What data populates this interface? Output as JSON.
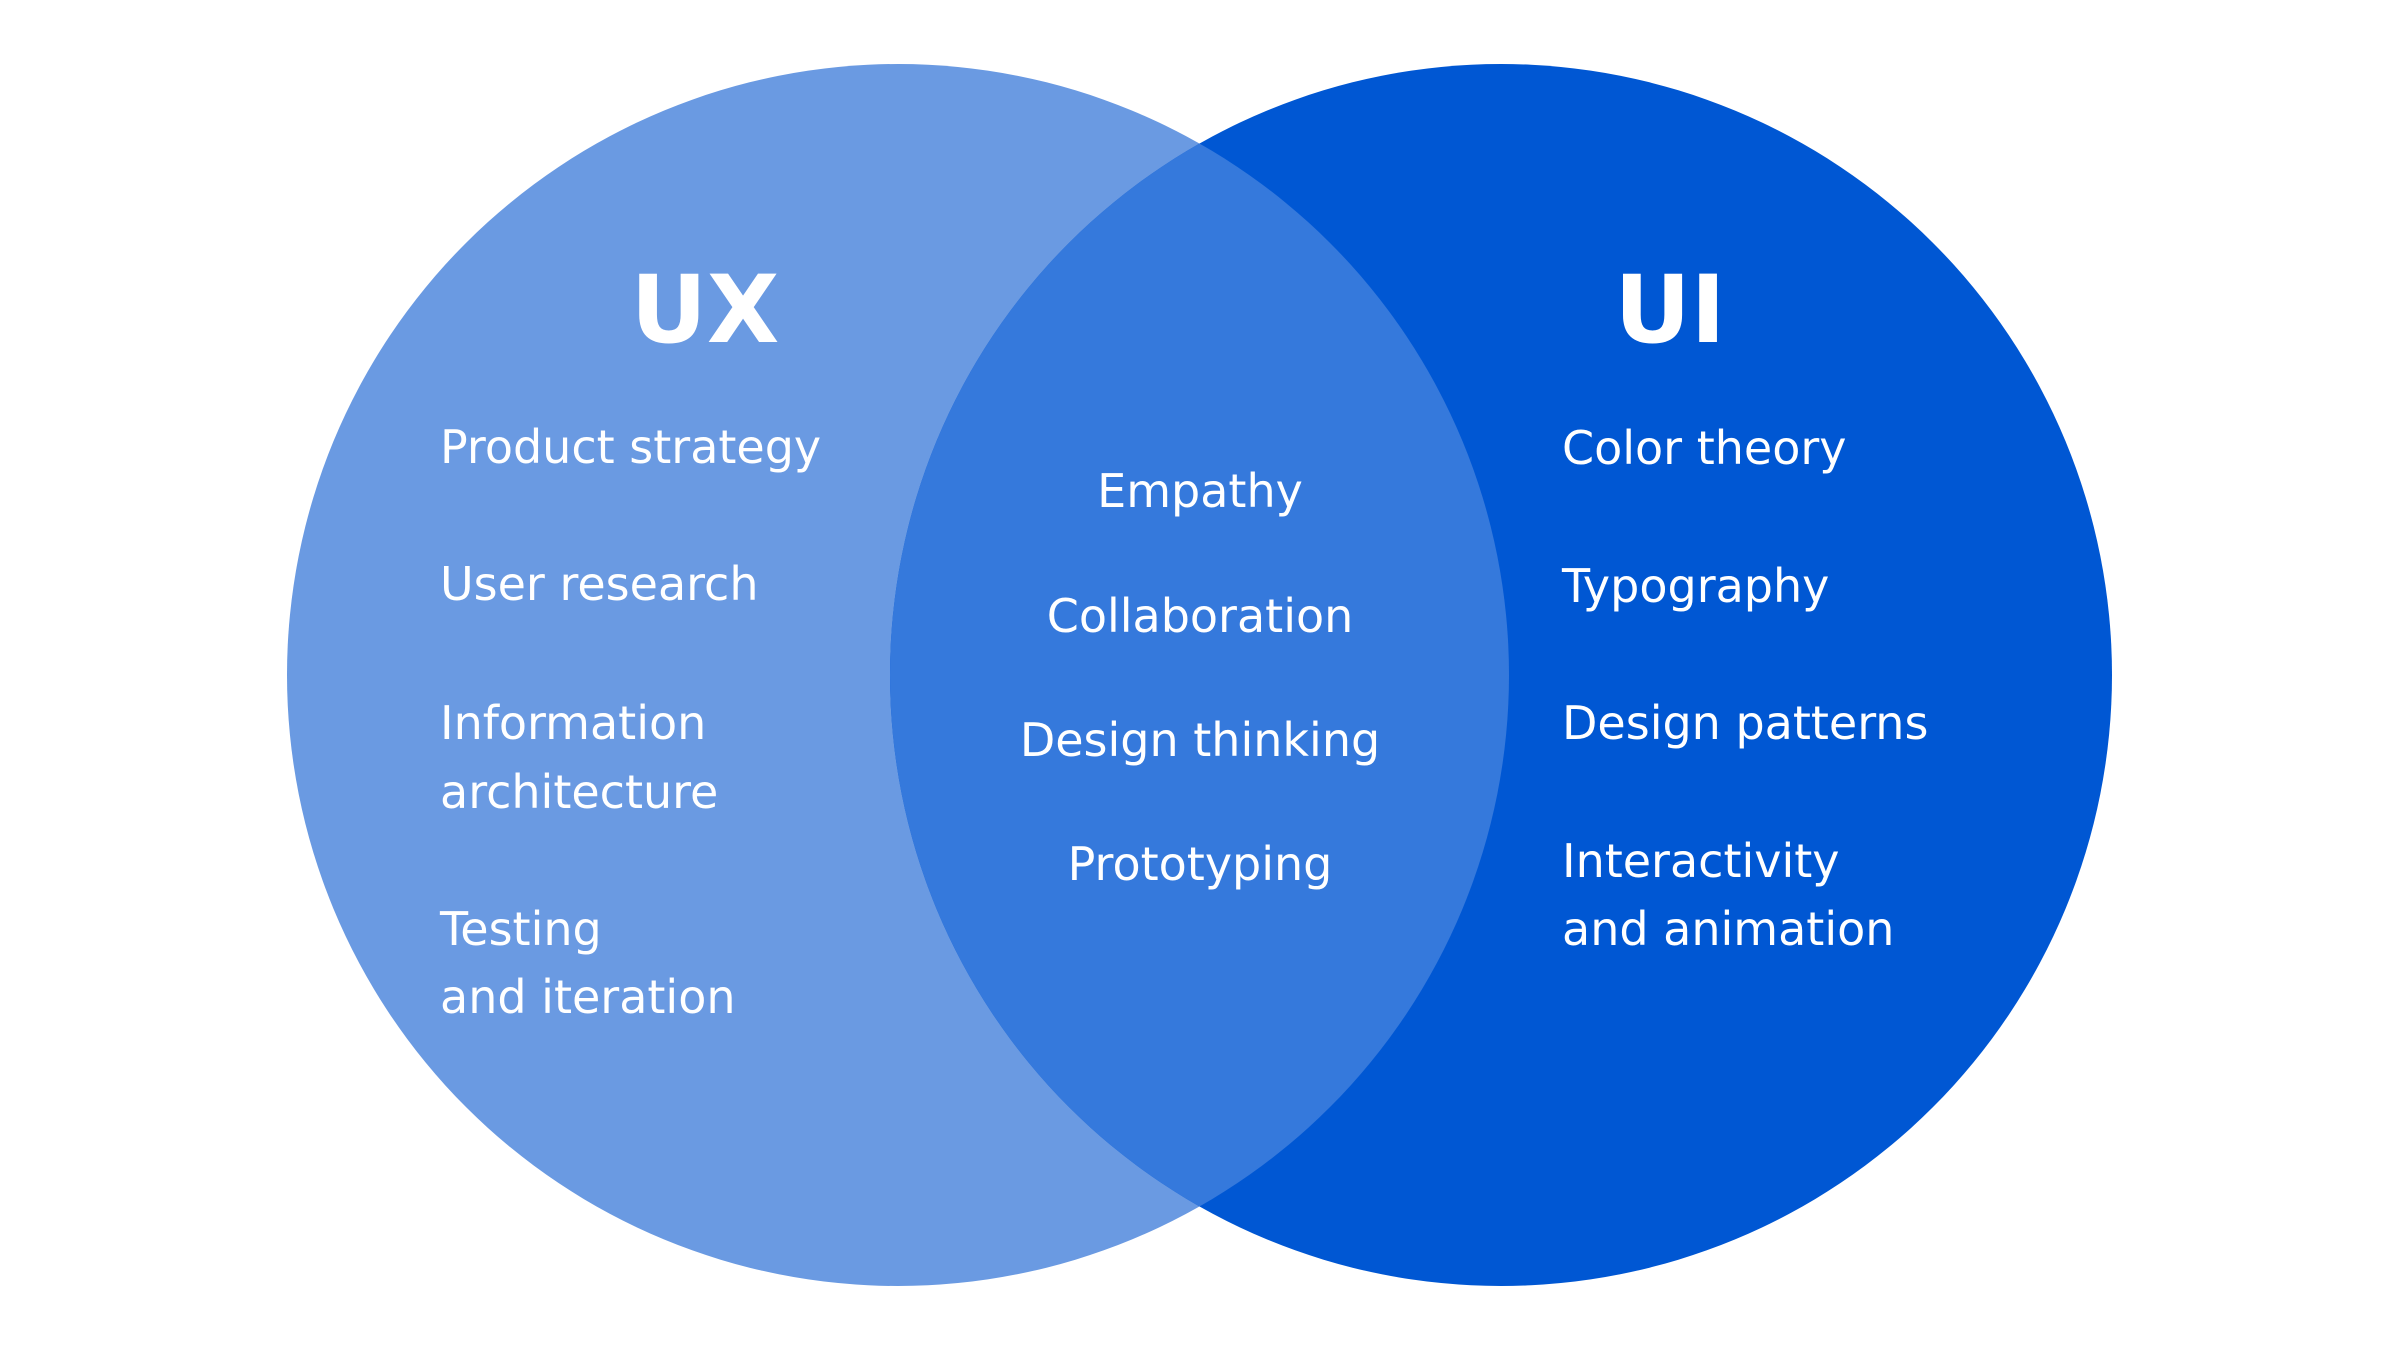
{
  "diagram": {
    "type": "venn",
    "colors": {
      "background": "#ffffff",
      "ux_circle": "#6A9AE2",
      "overlap": "#3579DC",
      "ui_circle": "#0057D3",
      "text": "#ffffff"
    },
    "ux": {
      "title": "UX",
      "items": [
        {
          "lines": [
            "Product strategy"
          ]
        },
        {
          "lines": [
            "User research"
          ]
        },
        {
          "lines": [
            "Information",
            "architecture"
          ]
        },
        {
          "lines": [
            "Testing",
            "and iteration"
          ]
        }
      ]
    },
    "shared": {
      "items": [
        "Empathy",
        "Collaboration",
        "Design thinking",
        "Prototyping"
      ]
    },
    "ui": {
      "title": "UI",
      "items": [
        {
          "lines": [
            "Color theory"
          ]
        },
        {
          "lines": [
            "Typography"
          ]
        },
        {
          "lines": [
            "Design patterns"
          ]
        },
        {
          "lines": [
            "Interactivity",
            "and animation"
          ]
        }
      ]
    }
  }
}
